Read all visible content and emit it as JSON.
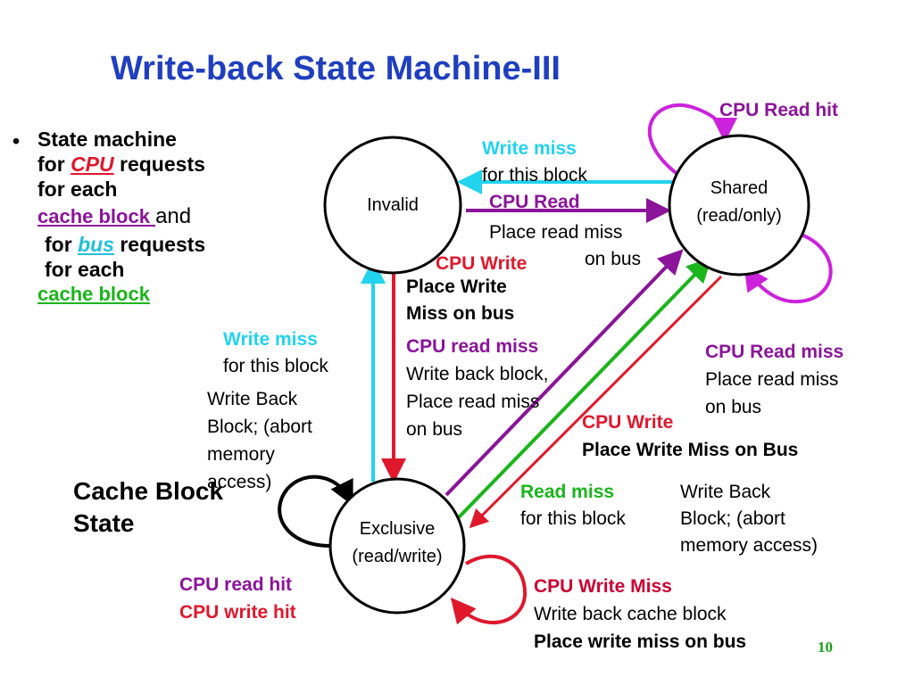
{
  "title": "Write-back State Machine-III",
  "colors": {
    "title": "#1f3fbf",
    "cyan": "#22d3ee",
    "purple": "#8b149a",
    "red": "#e0182c",
    "green": "#1ab51a",
    "magenta": "#cc22dd",
    "darkred": "#cc0033",
    "page": "#1aa01a"
  },
  "bullet": {
    "marker": "•",
    "l1": "State machine",
    "l2a": "for ",
    "l2cpu": "CPU",
    "l2b": " requests",
    "l3": "for each",
    "l4": "cache block ",
    "l4and": "and",
    "l5a": "for ",
    "l5bus": "bus",
    "l5b": " requests",
    "l6": "for each",
    "l7": "cache block"
  },
  "states": {
    "invalid": "Invalid",
    "shared_1": "Shared",
    "shared_2": "(read/only)",
    "exclusive_1": "Exclusive",
    "exclusive_2": "(read/write)"
  },
  "cache_block_state": [
    "Cache Block",
    "State"
  ],
  "labels": {
    "cpu_read_hit": "CPU Read hit",
    "wm_top_1": "Write miss",
    "wm_top_2": "for this block",
    "cpu_read": "CPU Read",
    "prm_1": "Place read miss",
    "prm_2": "on bus",
    "cpu_write": "CPU Write",
    "pwm_1": "Place Write",
    "pwm_2": "Miss on bus",
    "wm_left_1": "Write miss",
    "wm_left_2": "for this block",
    "wb_left_1": "Write Back",
    "wb_left_2": "Block; (abort",
    "wb_left_3": "memory",
    "wb_left_4": "access)",
    "crm_1": "CPU read miss",
    "crm_2": "Write back block,",
    "crm_3": "Place read miss",
    "crm_4": "on bus",
    "crm_right_1": "CPU Read miss",
    "crm_right_2": "Place read miss",
    "crm_right_3": "on bus",
    "cw2_1": "CPU Write",
    "cw2_2": "Place Write Miss on Bus",
    "rm_1": "Read miss",
    "rm_2": "for this block",
    "wb_right_1": "Write Back",
    "wb_right_2": "Block; (abort",
    "wb_right_3": "memory access)",
    "hit_1": "CPU read hit",
    "hit_2": "CPU write hit",
    "cwm_1": "CPU Write Miss",
    "cwm_2": "Write back cache block",
    "cwm_3": "Place write miss on bus"
  },
  "page_number": "10"
}
